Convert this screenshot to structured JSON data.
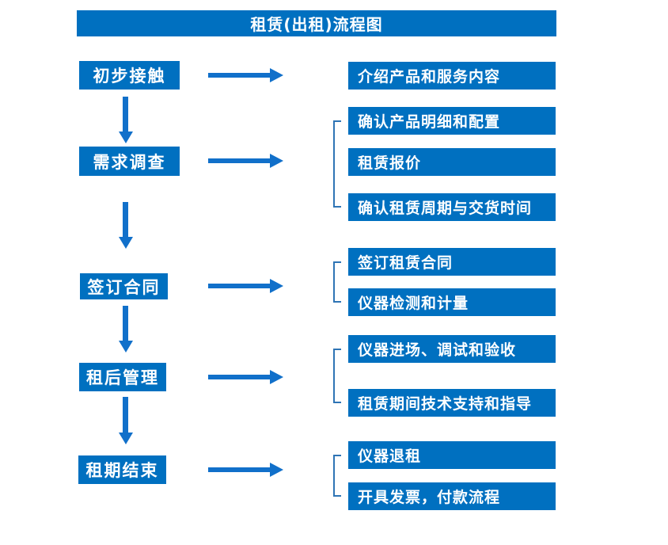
{
  "title": "租赁(出租)流程图",
  "colors": {
    "box_blue": "#0070c0",
    "arrow_blue": "#1170ca",
    "bracket_blue": "#2e74b5",
    "text_white": "#ffffff"
  },
  "stages": [
    {
      "label": "初步接触",
      "details": [
        "介绍产品和服务内容"
      ]
    },
    {
      "label": "需求调查",
      "details": [
        "确认产品明细和配置",
        "租赁报价",
        "确认租赁周期与交货时间"
      ]
    },
    {
      "label": "签订合同",
      "details": [
        "签订租赁合同",
        "仪器检测和计量"
      ]
    },
    {
      "label": "租后管理",
      "details": [
        "仪器进场、调试和验收",
        "租赁期间技术支持和指导"
      ]
    },
    {
      "label": "租期结束",
      "details": [
        "仪器退租",
        "开具发票，付款流程"
      ]
    }
  ]
}
